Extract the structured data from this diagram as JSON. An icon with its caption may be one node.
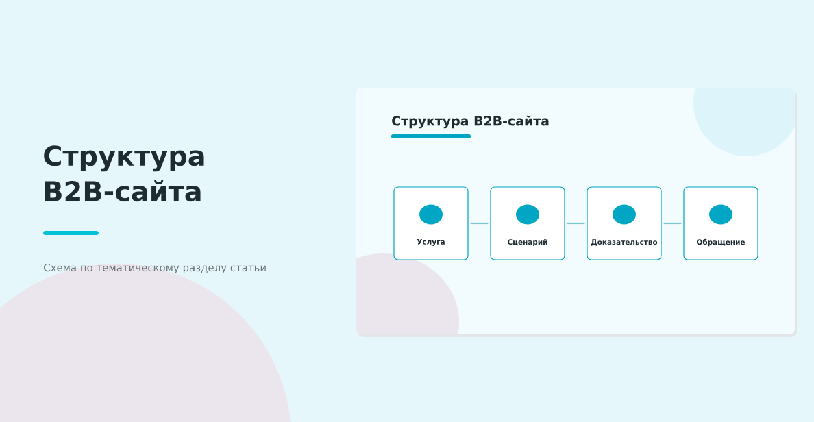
{
  "diagram": {
    "title": "Структура B2B-сайта",
    "nodes": [
      {
        "text": [
          "Структура B2B-сайта"
        ]
      },
      {
        "text": [
          "Услуга"
        ],
        "in": 0
      },
      {
        "text": [
          "Сценарий"
        ],
        "in": 0
      },
      {
        "text": [
          "Доказательство"
        ],
        "in": 0
      },
      {
        "text": [
          "Обращение"
        ],
        "in": 0
      }
    ],
    "edges": [
      {
        "from": 1,
        "to": 2,
        "arrow": "none"
      },
      {
        "from": 2,
        "to": 3,
        "arrow": "none"
      },
      {
        "from": 3,
        "to": 4,
        "arrow": "none"
      }
    ],
    "labels": [
      "Схема по тематическому разделу статьи"
    ]
  }
}
